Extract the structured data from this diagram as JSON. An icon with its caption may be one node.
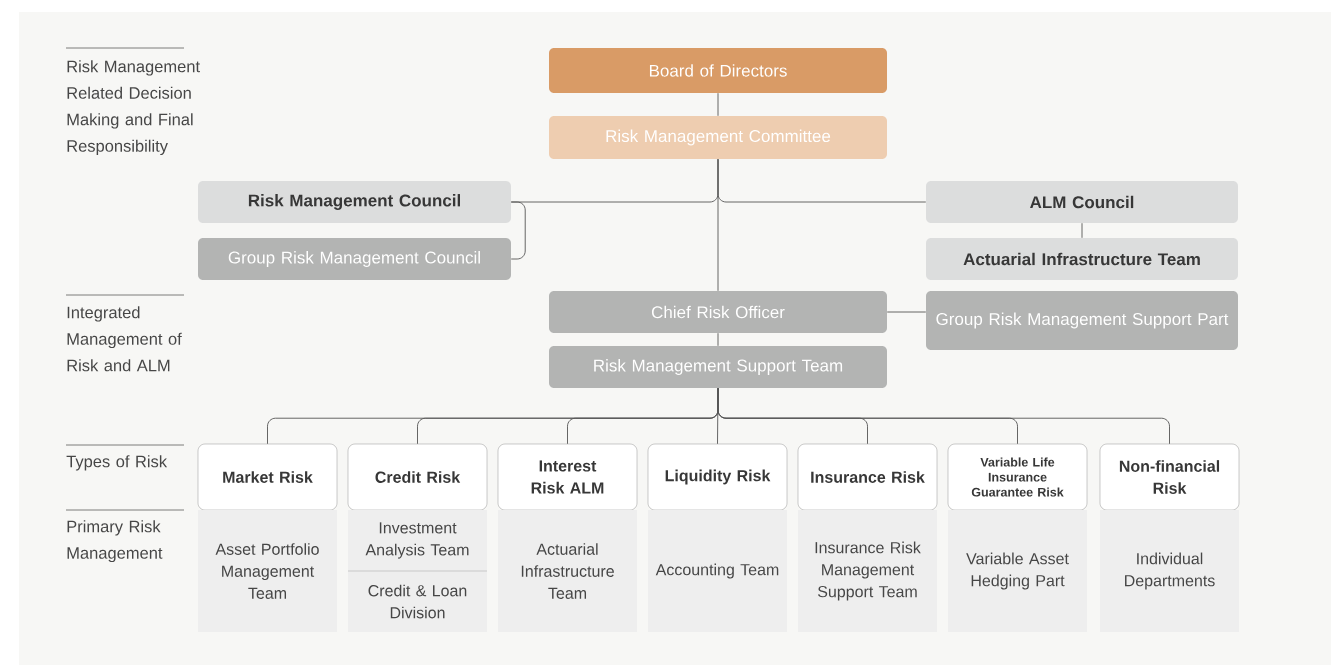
{
  "diagram": {
    "nodes": [
      {
        "text": [
          "Board of Directors"
        ]
      },
      {
        "text": [
          "Risk Management Committee"
        ]
      },
      {
        "text": [
          "Risk Management Council"
        ]
      },
      {
        "text": [
          "Group Risk Management Council"
        ]
      },
      {
        "text": [
          "ALM Council"
        ]
      },
      {
        "text": [
          "Actuarial Infrastructure Team"
        ]
      },
      {
        "text": [
          "Chief Risk Officer"
        ]
      },
      {
        "text": [
          "Group Risk Management Support Part"
        ]
      },
      {
        "text": [
          "Risk Management Support Team"
        ]
      },
      {
        "text": [
          "Market Risk"
        ]
      },
      {
        "text": [
          "Credit Risk"
        ]
      },
      {
        "text": [
          "Interest Risk ALM"
        ]
      },
      {
        "text": [
          "Liquidity Risk"
        ]
      },
      {
        "text": [
          "Insurance Risk"
        ]
      },
      {
        "text": [
          "Variable Life Insurance Guarantee Risk"
        ]
      },
      {
        "text": [
          "Non-financial Risk"
        ]
      },
      {
        "text": [
          "Asset Portfolio Management Team"
        ]
      },
      {
        "text": [
          "Investment Analysis Team"
        ]
      },
      {
        "text": [
          "Credit & Loan Division"
        ]
      },
      {
        "text": [
          "Actuarial Infrastructure Team"
        ]
      },
      {
        "text": [
          "Accounting Team"
        ]
      },
      {
        "text": [
          "Insurance Risk Management Support Team"
        ]
      },
      {
        "text": [
          "Variable Asset Hedging Part"
        ]
      },
      {
        "text": [
          "Individual Departments"
        ]
      }
    ],
    "edges": [
      {
        "from": 0,
        "to": 1,
        "arrow": "none"
      },
      {
        "from": 1,
        "to": 2,
        "arrow": "none"
      },
      {
        "from": 1,
        "to": 4,
        "arrow": "none"
      },
      {
        "from": 3,
        "to": 2,
        "arrow": "none"
      },
      {
        "from": 4,
        "to": 5,
        "arrow": "none"
      },
      {
        "from": 1,
        "to": 6,
        "arrow": "none"
      },
      {
        "from": 6,
        "to": 7,
        "arrow": "none"
      },
      {
        "from": 6,
        "to": 8,
        "arrow": "none"
      },
      {
        "from": 8,
        "to": 9,
        "arrow": "none"
      },
      {
        "from": 8,
        "to": 10,
        "arrow": "none"
      },
      {
        "from": 8,
        "to": 11,
        "arrow": "none"
      },
      {
        "from": 8,
        "to": 12,
        "arrow": "none"
      },
      {
        "from": 8,
        "to": 13,
        "arrow": "none"
      },
      {
        "from": 8,
        "to": 14,
        "arrow": "none"
      },
      {
        "from": 8,
        "to": 15,
        "arrow": "none"
      }
    ],
    "labels": [
      "Risk Management Related Decision Making and Final Responsibility",
      "Integrated Management of Risk and ALM",
      "Types of Risk",
      "Primary Risk Management"
    ]
  }
}
